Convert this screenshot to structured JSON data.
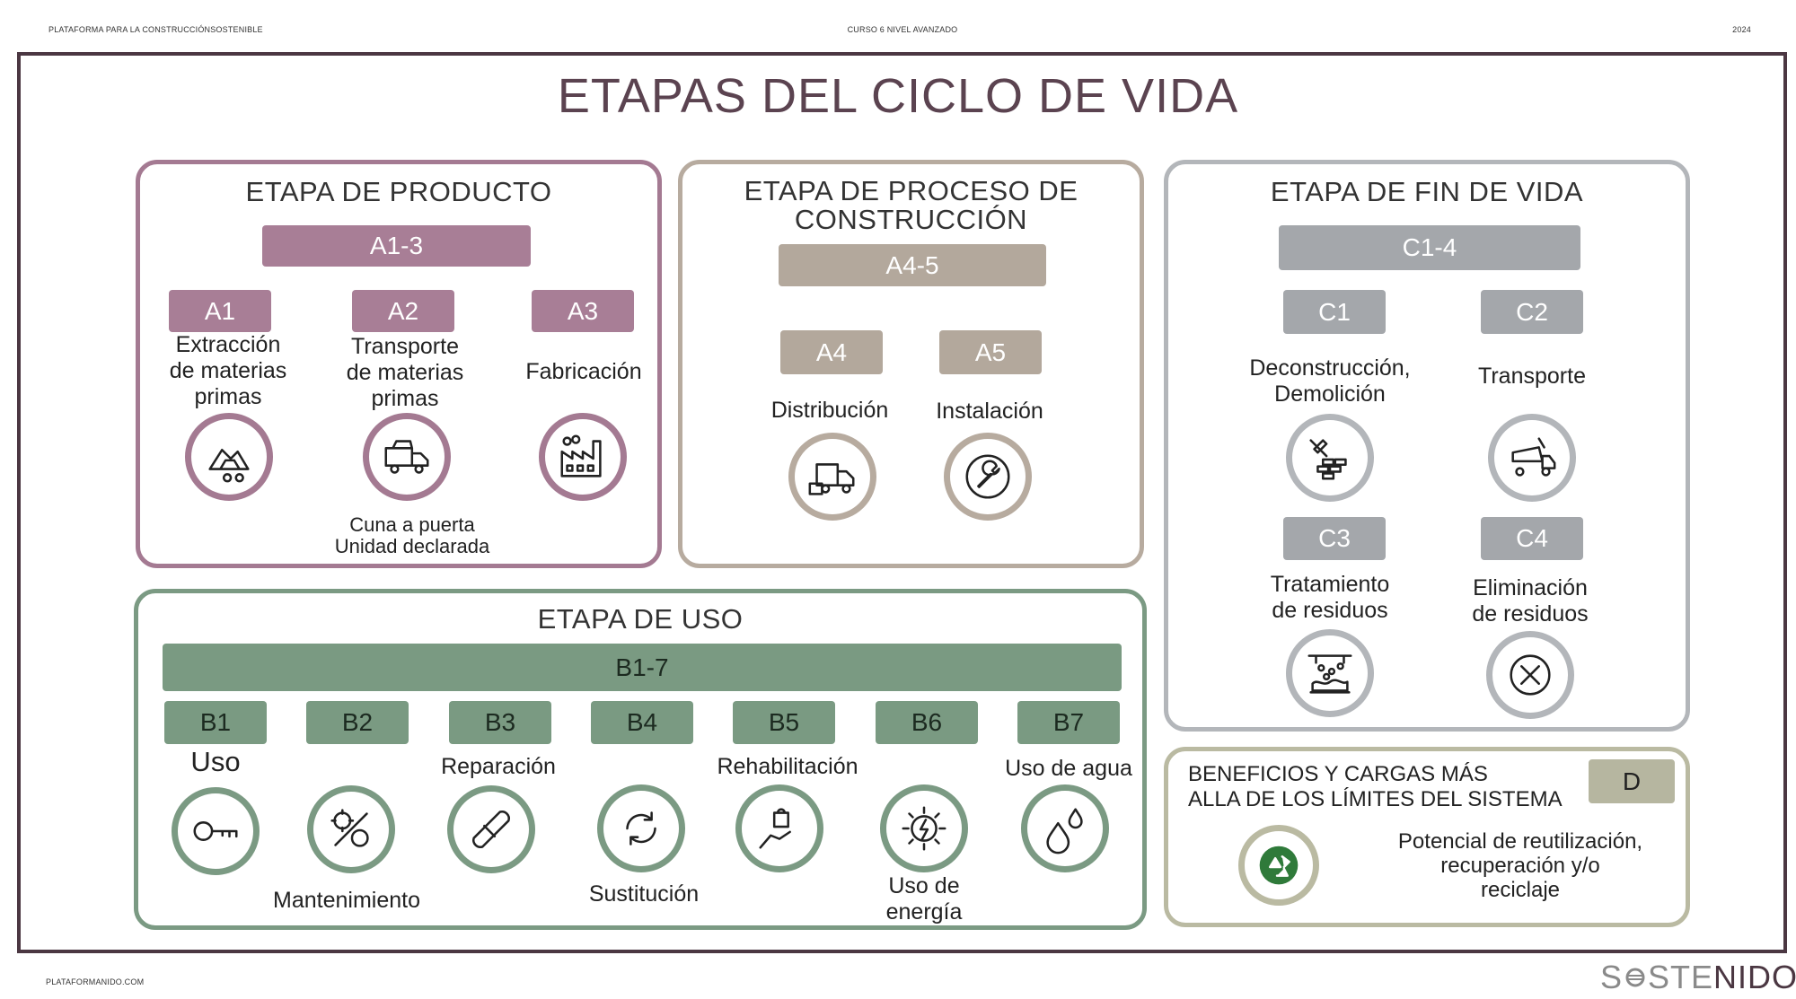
{
  "header": {
    "left": "PLATAFORMA PARA LA CONSTRUCCIÓNSOSTENIBLE",
    "center": "CURSO 6 NIVEL AVANZADO",
    "right": "2024"
  },
  "footer": {
    "left": "PLATAFORMANIDO.COM",
    "logo_a": "S",
    "logo_b": "STE",
    "logo_c": "NIDO"
  },
  "title": "ETAPAS DEL CICLO DE VIDA",
  "colors": {
    "product": "#a87e96",
    "construction": "#b3a89c",
    "end_of_life": "#a4a7ab",
    "use": "#7a9a82",
    "beyond": "#b6b6a0",
    "frame": "#4b3742"
  },
  "product": {
    "heading": "ETAPA DE PRODUCTO",
    "group": "A1-3",
    "note1": "Cuna a puerta",
    "note2": "Unidad declarada",
    "items": [
      {
        "code": "A1",
        "label": "Extracción\nde materias\nprimas",
        "icon": "mining-icon"
      },
      {
        "code": "A2",
        "label": "Transporte\nde materias\nprimas",
        "icon": "truck-icon"
      },
      {
        "code": "A3",
        "label": "Fabricación",
        "icon": "factory-icon"
      }
    ]
  },
  "construction": {
    "heading1": "ETAPA DE PROCESO DE",
    "heading2": "CONSTRUCCIÓN",
    "group": "A4-5",
    "items": [
      {
        "code": "A4",
        "label": "Distribución",
        "icon": "delivery-truck-icon"
      },
      {
        "code": "A5",
        "label": "Instalación",
        "icon": "wrench-icon"
      }
    ]
  },
  "end_of_life": {
    "heading": "ETAPA DE FIN DE VIDA",
    "group": "C1-4",
    "items": [
      {
        "code": "C1",
        "label": "Deconstrucción,\nDemolición",
        "icon": "demolition-icon"
      },
      {
        "code": "C2",
        "label": "Transporte",
        "icon": "dump-truck-icon"
      },
      {
        "code": "C3",
        "label": "Tratamiento\nde residuos",
        "icon": "waste-treatment-icon"
      },
      {
        "code": "C4",
        "label": "Eliminación\nde residuos",
        "icon": "elimination-icon"
      }
    ]
  },
  "use": {
    "heading": "ETAPA DE USO",
    "group": "B1-7",
    "items": [
      {
        "code": "B1",
        "label": "Uso",
        "icon": "key-icon"
      },
      {
        "code": "B2",
        "label": "Mantenimiento",
        "icon": "gears-icon"
      },
      {
        "code": "B3",
        "label": "Reparación",
        "icon": "bandage-icon"
      },
      {
        "code": "B4",
        "label": "Sustitución",
        "icon": "replace-icon"
      },
      {
        "code": "B5",
        "label": "Rehabilitación",
        "icon": "hand-bag-icon"
      },
      {
        "code": "B6",
        "label": "Uso de\nenergía",
        "icon": "energy-icon"
      },
      {
        "code": "B7",
        "label": "Uso de agua",
        "icon": "water-icon"
      }
    ]
  },
  "beyond": {
    "heading1": "BENEFICIOS Y CARGAS MÁS",
    "heading2": "ALLA DE LOS LÍMITES DEL SISTEMA",
    "code": "D",
    "text": "Potencial de reutilización,\nrecuperación y/o\nreciclaje",
    "icon": "recycle-globe-icon"
  }
}
